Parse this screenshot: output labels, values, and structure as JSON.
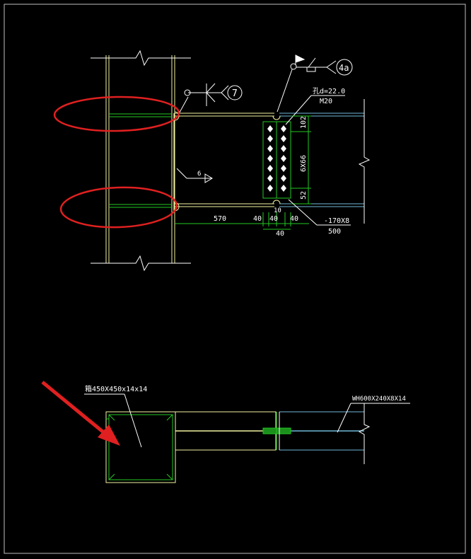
{
  "colors": {
    "background": "#000000",
    "frame": "#bfbfbf",
    "steel": "#f2f2a0",
    "weld": "#22c922",
    "beam": "#6fb7d8",
    "text": "#ffffff",
    "annotation": "#e02020"
  },
  "labels": {
    "weld_symbol_7": "7",
    "weld_symbol_4a": "4a",
    "hole": "孔d=22.0",
    "bolt": "M20",
    "dim_102": "102",
    "dim_6x66": "6X66",
    "dim_52": "52",
    "section_marker": "6",
    "dim_570": "570",
    "dim_40_a": "40",
    "dim_40_b": "40",
    "dim_10": "10",
    "dim_40_c": "40",
    "dim_40_d": "40",
    "plate": "-170X8",
    "dim_500": "500",
    "column_section": "箱450X450x14x14",
    "beam_section": "WH600X240X8X14"
  }
}
